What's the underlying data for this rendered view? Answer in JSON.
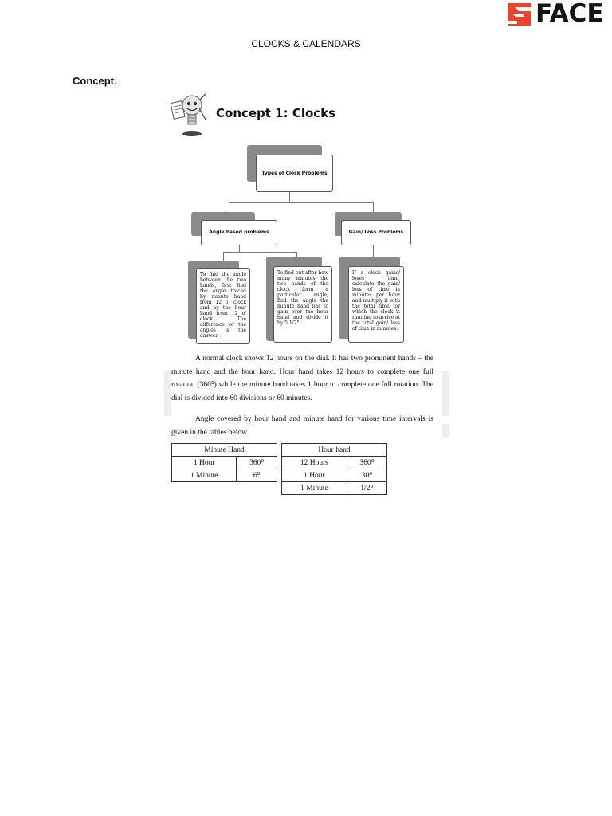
{
  "brand": {
    "name": "FACE",
    "color": "#e8452c"
  },
  "document": {
    "title": "CLOCKS & CALENDARS",
    "concept_heading": "Concept:"
  },
  "concept": {
    "title": "Concept 1: Clocks",
    "icon": "lightbulb-mascot-icon"
  },
  "tree": {
    "root": "Types of Clock Problems",
    "branches": [
      {
        "label": "Angle based problems"
      },
      {
        "label": "Gain/ Loss Problems"
      }
    ],
    "leaves": [
      "To find the angle between the two hands, first find the angle traced by minute hand from 12 o' clock and by the hour hand from 12 o' clock. The difference of the angles is the answer.",
      "To find out after how many minutes the two hands of the clock form a particular angle, find the angle the minute hand has to gain over the hour hand and divide it by 5 1/2°.",
      "If a clock gains/ loses time, calculate the gain/ loss of time in minutes per hour and multiply it with the total time for which the clock is running to arrive at the total gain/ loss of time in minutes."
    ]
  },
  "paragraphs": [
    "A normal clock shows 12 hours on the dial. It has two prominent hands – the minute hand and the hour hand. Hour hand takes 12 hours to complete one full rotation (360⁰) while the minute hand takes 1 hour to complete one full rotation. The dial is divided into 60 divisions or 60 minutes.",
    "Angle covered by hour hand and minute hand for various time intervals is given in the tables below."
  ],
  "minute_table": {
    "header": "Minute Hand",
    "rows": [
      [
        "1 Hour",
        "360⁰"
      ],
      [
        "1 Minute",
        "6⁰"
      ]
    ]
  },
  "hour_table": {
    "header": "Hour hand",
    "rows": [
      [
        "12 Hours",
        "360⁰"
      ],
      [
        "1 Hour",
        "30⁰"
      ],
      [
        "1 Minute",
        "1/2⁰"
      ]
    ]
  }
}
